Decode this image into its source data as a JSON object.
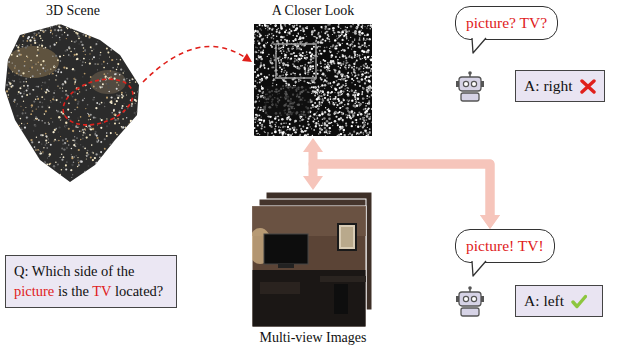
{
  "diagram": {
    "nodes": [
      {
        "text": [
          "3D Scene"
        ]
      },
      {
        "text": [
          "A Closer Look"
        ]
      },
      {
        "text": [
          "picture? TV?"
        ]
      },
      {
        "text": [
          "A: right"
        ]
      },
      {
        "text": [
          "picture! TV!"
        ]
      },
      {
        "text": [
          "Q: Which side of the picture is the TV located?"
        ]
      },
      {
        "text": [
          "Multi-view Images"
        ]
      },
      {
        "text": [
          "A: left"
        ]
      }
    ],
    "edges": [
      {
        "from": 0,
        "to": 1,
        "arrow": "to"
      },
      {
        "from": 1,
        "to": 4,
        "arrow": "both"
      },
      {
        "from": 6,
        "to": 4,
        "arrow": "both"
      }
    ]
  }
}
